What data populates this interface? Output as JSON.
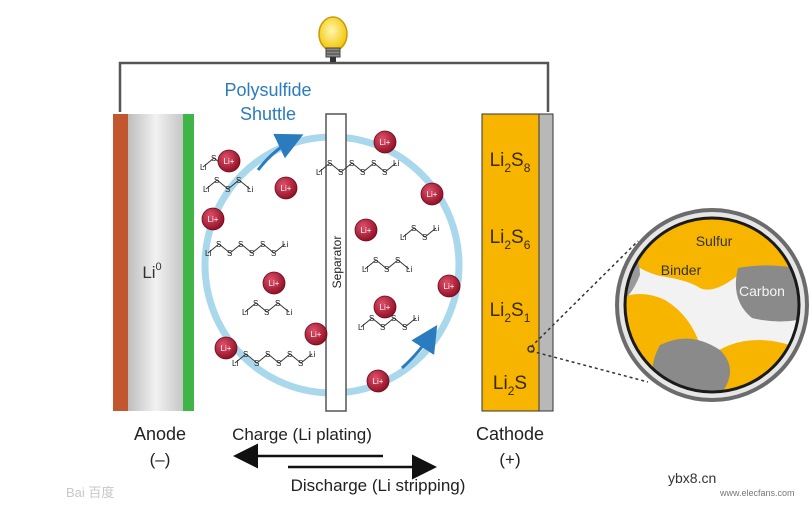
{
  "diagram": {
    "shuttle_label": [
      "Polysulfide",
      "Shuttle"
    ],
    "anode_material": "Li",
    "anode_material_sup": "0",
    "separator_label": "Separator",
    "li_ion_label": "Li+",
    "polysulfide_atoms": [
      "Li",
      "S",
      "S",
      "S",
      "S",
      "S",
      "S",
      "Li"
    ],
    "cathode_species": [
      {
        "base": "Li",
        "sub1": "2",
        "mid": "S",
        "sub2": "8"
      },
      {
        "base": "Li",
        "sub1": "2",
        "mid": "S",
        "sub2": "6"
      },
      {
        "base": "Li",
        "sub1": "2",
        "mid": "S",
        "sub2": "1"
      },
      {
        "base": "Li",
        "sub1": "2",
        "mid": "S",
        "sub2": ""
      }
    ],
    "anode_label": "Anode",
    "anode_sign": "(–)",
    "cathode_label": "Cathode",
    "cathode_sign": "(+)",
    "charge_label": "Charge (Li plating)",
    "discharge_label": "Discharge (Li stripping)",
    "zoom_labels": {
      "sulfur": "Sulfur",
      "binder": "Binder",
      "carbon": "Carbon"
    },
    "watermark_left": "Bai 百度",
    "watermark_right": "ybx8.cn",
    "watermark_right_sub": "www.elecfans.com"
  },
  "colors": {
    "cathode_yellow": "#f7b500",
    "li_ion_red": "#b0142c",
    "shuttle_ring": "#a9d8ec",
    "arrow_blue": "#2b7bbf",
    "anode_copper": "#c2562e",
    "anode_green": "#3fb548",
    "wire": "#555555",
    "carbon_gray": "#8a8a8a"
  }
}
